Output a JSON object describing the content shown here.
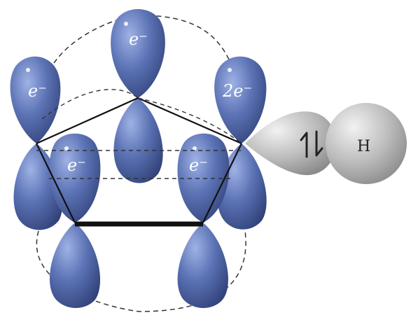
{
  "labels": {
    "electron_top": "e⁻",
    "electron_left": "e⁻",
    "electron_right_pair": "2e⁻",
    "electron_inner_left": "e⁻",
    "electron_inner_right": "e⁻",
    "hydrogen": "H"
  },
  "colors": {
    "orbital": "#5b72b4",
    "orbital_dark": "#30427a",
    "hydrogen_orbital": "#b8b8b8",
    "hydrogen_dark": "#7a7a7a",
    "bond": "#111111",
    "dashed": "#333333",
    "background": "#ffffff"
  },
  "icons": {
    "spin_pair": "up-down-arrows-icon"
  }
}
